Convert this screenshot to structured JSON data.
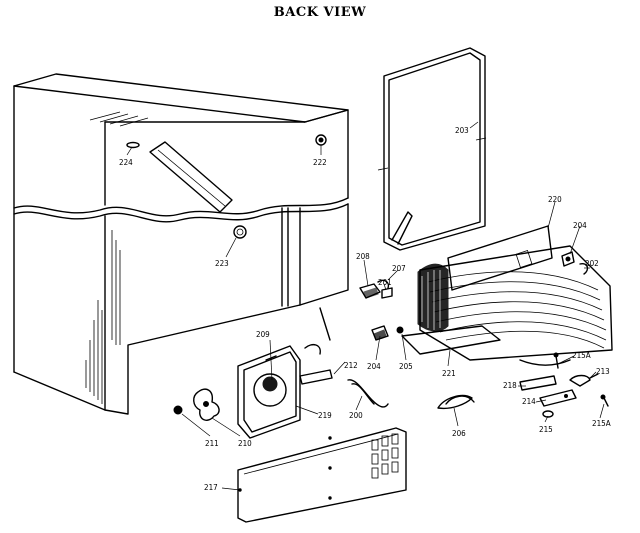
{
  "title": "BACK VIEW",
  "parts": [
    {
      "id": "203"
    },
    {
      "id": "220"
    },
    {
      "id": "204a",
      "label": "204"
    },
    {
      "id": "202"
    },
    {
      "id": "208"
    },
    {
      "id": "207"
    },
    {
      "id": "201"
    },
    {
      "id": "224"
    },
    {
      "id": "222"
    },
    {
      "id": "223"
    },
    {
      "id": "209"
    },
    {
      "id": "212"
    },
    {
      "id": "204b",
      "label": "204"
    },
    {
      "id": "205"
    },
    {
      "id": "221"
    },
    {
      "id": "215A_top",
      "label": "215A"
    },
    {
      "id": "213"
    },
    {
      "id": "218"
    },
    {
      "id": "214"
    },
    {
      "id": "215"
    },
    {
      "id": "215A_bot",
      "label": "215A"
    },
    {
      "id": "206"
    },
    {
      "id": "200"
    },
    {
      "id": "219"
    },
    {
      "id": "210"
    },
    {
      "id": "211"
    },
    {
      "id": "217"
    }
  ]
}
